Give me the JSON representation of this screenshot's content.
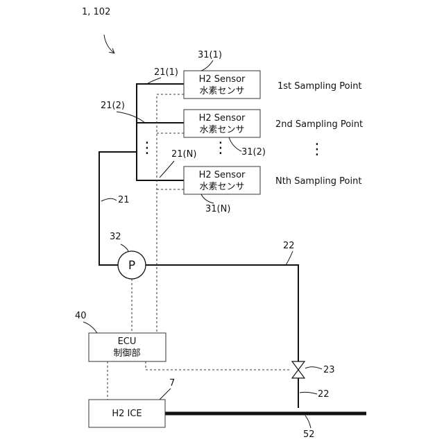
{
  "figure_ref": "1, 102",
  "sensors": [
    {
      "ref": "31(1)",
      "line1": "H2 Sensor",
      "line2": "水素センサ",
      "point": "1st Sampling Point",
      "branch_ref": "21(1)"
    },
    {
      "ref": "31(2)",
      "line1": "H2 Sensor",
      "line2": "水素センサ",
      "point": "2nd Sampling Point",
      "branch_ref": "21(2)"
    },
    {
      "ref": "31(N)",
      "line1": "H2 Sensor",
      "line2": "水素センサ",
      "point": "Nth Sampling Point",
      "branch_ref": "21(N)"
    }
  ],
  "ellipsis": "⋮",
  "pipe_main_ref": "21",
  "pump": {
    "ref": "32",
    "symbol": "P"
  },
  "outlet_pipe_ref": "22",
  "ecu": {
    "ref": "40",
    "line1": "ECU",
    "line2": "制御部"
  },
  "valve": {
    "ref": "23"
  },
  "engine": {
    "ref": "7",
    "label": "H2 ICE"
  },
  "exhaust": {
    "ref": "52"
  }
}
